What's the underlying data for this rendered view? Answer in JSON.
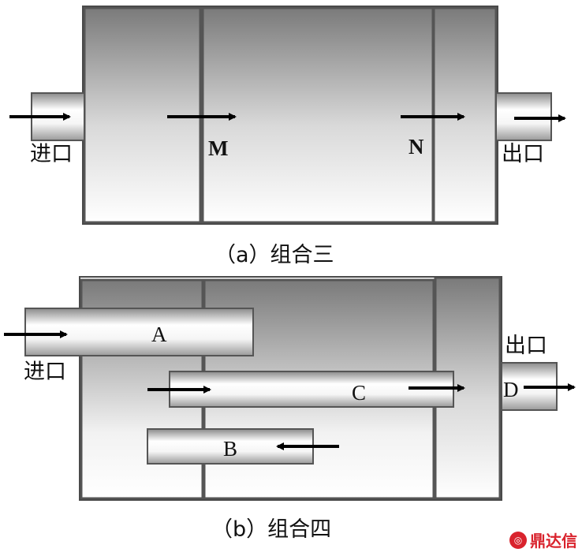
{
  "diagram_a": {
    "inlet_label": "进口",
    "outlet_label": "出口",
    "point_m": "M",
    "point_n": "N",
    "caption": "（a）组合三"
  },
  "diagram_b": {
    "inlet_label": "进口",
    "outlet_label": "出口",
    "pipe_a": "A",
    "pipe_b": "B",
    "pipe_c": "C",
    "point_d": "D",
    "caption": "（b）组合四"
  },
  "watermark": {
    "text": "鼎达信"
  },
  "colors": {
    "outline": "#4a4a4a",
    "shade_dark": "#7d7d7d",
    "shade_light": "#ffffff",
    "arrow": "#000000",
    "watermark": "#d9232d"
  }
}
